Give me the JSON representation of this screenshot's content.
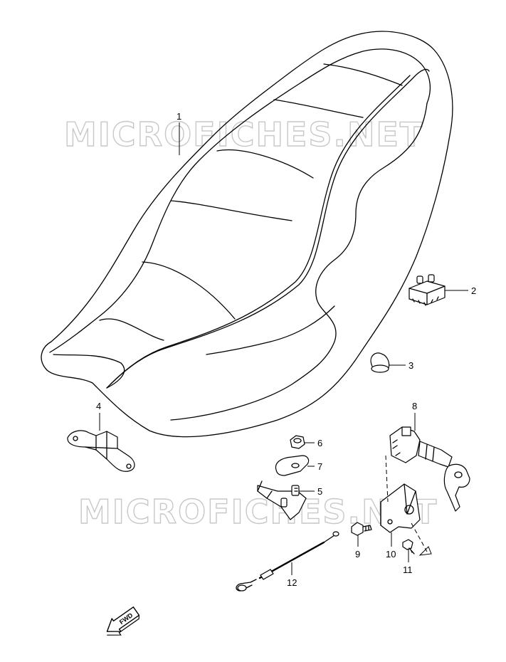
{
  "watermark": "MICROFICHES.NET",
  "fwd_label": "FWD",
  "callouts": {
    "p1": "1",
    "p2": "2",
    "p3": "3",
    "p4": "4",
    "p5": "5",
    "p6": "6",
    "p7": "7",
    "p8": "8",
    "p9": "9",
    "p10": "10",
    "p11": "11",
    "p12": "12"
  }
}
